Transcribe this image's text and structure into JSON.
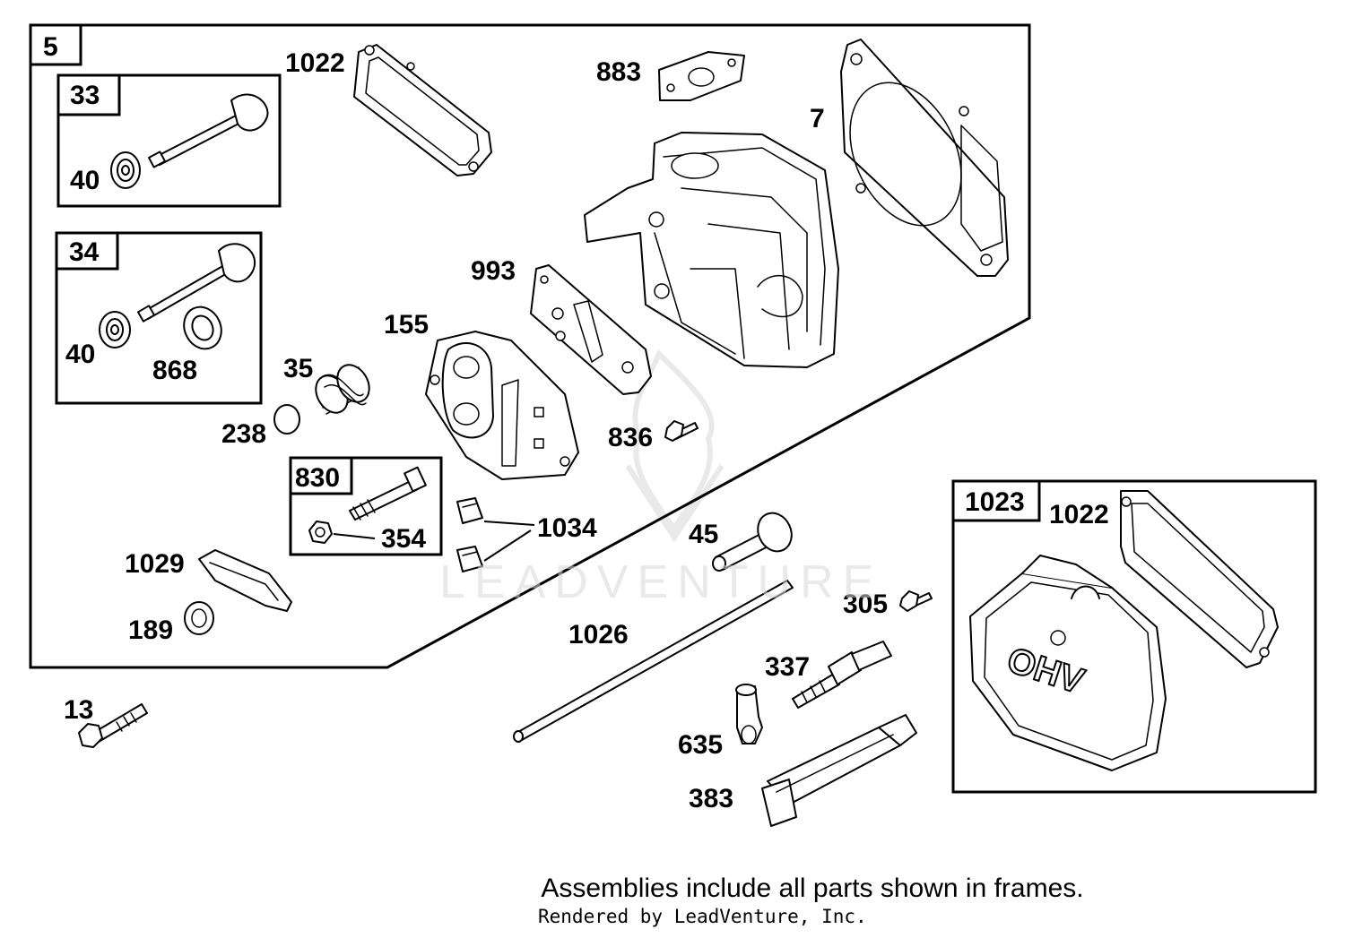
{
  "frames": [
    {
      "id": "5",
      "label": "5"
    },
    {
      "id": "33",
      "label": "33"
    },
    {
      "id": "34",
      "label": "34"
    },
    {
      "id": "830",
      "label": "830"
    },
    {
      "id": "1023",
      "label": "1023"
    }
  ],
  "parts": {
    "p1022a": "1022",
    "p883": "883",
    "p7": "7",
    "p40a": "40",
    "p40b": "40",
    "p868": "868",
    "p993": "993",
    "p155": "155",
    "p35": "35",
    "p238": "238",
    "p836": "836",
    "p354": "354",
    "p1034": "1034",
    "p1029": "1029",
    "p189": "189",
    "p45": "45",
    "p1022b": "1022",
    "p305": "305",
    "p1026": "1026",
    "p337": "337",
    "p13": "13",
    "p635": "635",
    "p383": "383"
  },
  "cover_marking": "OHV",
  "footnote": "Assemblies include all parts shown in frames.",
  "credit": "Rendered by LeadVenture, Inc.",
  "watermark": "LEADVENTURE",
  "colors": {
    "line": "#000000",
    "background": "#ffffff",
    "watermark": "#d8d8d8"
  }
}
